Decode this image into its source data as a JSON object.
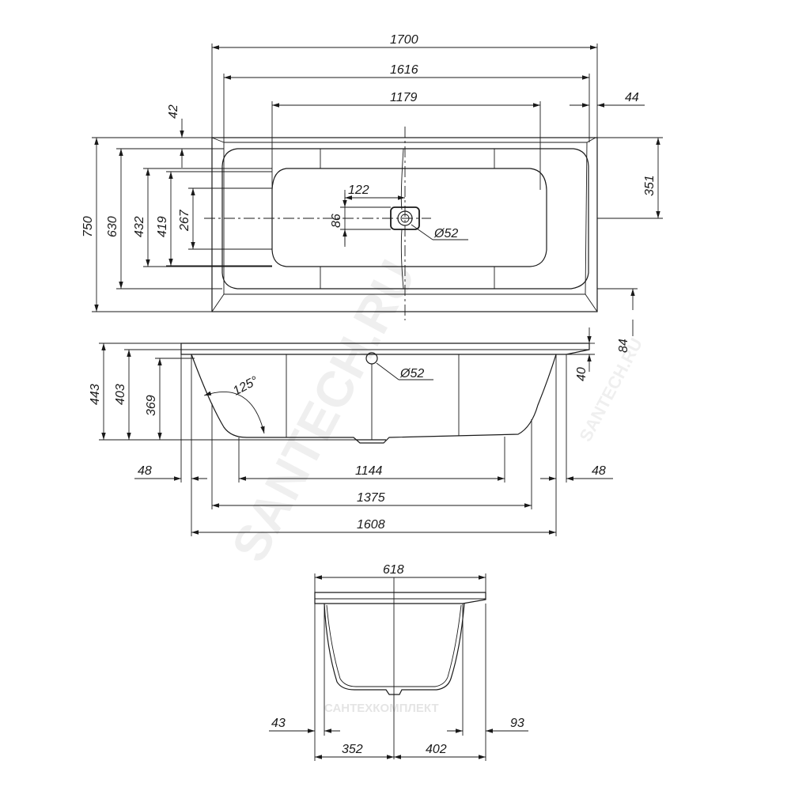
{
  "top_view": {
    "dims": {
      "length": "1700",
      "inner_length": "1616",
      "bottom_length": "1179",
      "rim_right": "44",
      "rim_top": "42",
      "right_height": "351",
      "total_width": "750",
      "inner_width": "630",
      "w432": "432",
      "w419": "419",
      "w267": "267",
      "w122": "122",
      "w86": "86",
      "drain_dia": "Ø52",
      "rim_bottom": "84"
    }
  },
  "side_view": {
    "dims": {
      "height": "443",
      "h403": "403",
      "h369": "369",
      "angle": "125°",
      "overflow_dia": "Ø52",
      "rim_thick": "40",
      "left_offset": "48",
      "right_offset": "48",
      "bottom_len": "1144",
      "mid_len": "1375",
      "inner_len": "1608"
    }
  },
  "end_view": {
    "dims": {
      "width": "618",
      "left_margin": "43",
      "right_margin": "93",
      "left_to_center": "352",
      "center_to_right": "402"
    }
  },
  "watermarks": {
    "main": "SANTECH.RU",
    "small": "SANTECH.RU",
    "brand": "САНТЕХКОМПЛЕКТ"
  }
}
